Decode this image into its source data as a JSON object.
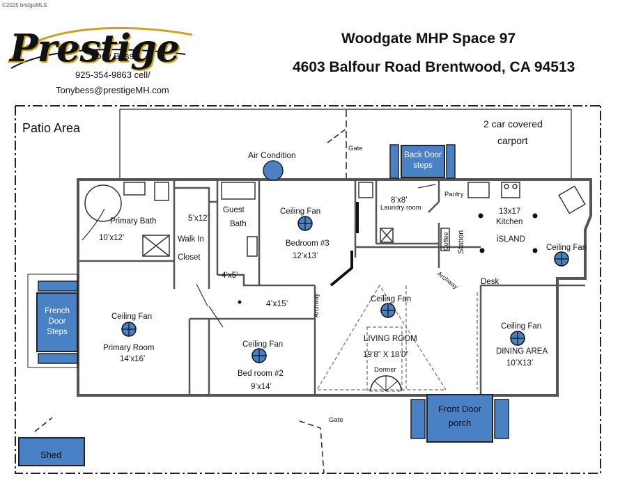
{
  "copyright": "©2025 bridgeMLS",
  "branding": {
    "logo_text": "Prestige",
    "agent_name": "Tony Bess",
    "phone": "925-354-9863 cell/",
    "email": "Tonybess@prestigeMH.com"
  },
  "property": {
    "park": "Woodgate  MHP  Space 97",
    "address": "4603 Balfour Road  Brentwood, CA 94513"
  },
  "outdoor": {
    "patio": "Patio  Area",
    "carport_line1": "2 car covered",
    "carport_line2": "carport",
    "air_condition": "Air Condition",
    "gate_top": "Gate",
    "gate_bottom": "Gate",
    "back_door_line1": "Back Door",
    "back_door_line2": "steps",
    "french_door_line1": "French",
    "french_door_line2": "Door Steps",
    "front_door_line1": "Front Door",
    "front_door_line2": "porch",
    "shed": "Shed"
  },
  "rooms": {
    "primary_bath": {
      "name": "Primary Bath",
      "size": "10’x12’"
    },
    "walk_in_closet": {
      "size": "5’x12’",
      "line1": "Walk In",
      "line2": "Closet"
    },
    "guest_bath": {
      "line1": "Guest",
      "line2": "Bath"
    },
    "hall_closet": {
      "size": "4’x5’"
    },
    "bedroom3": {
      "fan": "Ceiling Fan",
      "name": "Bedroom #3",
      "size": "12’x13’"
    },
    "laundry": {
      "size": "8’x8’",
      "name": "Laundry room"
    },
    "kitchen": {
      "pantry": "Pantry",
      "size": "13x17",
      "name": "Kitchen",
      "island": "iSLAND",
      "fan": "Ceiling Fan",
      "coffee": "Coffee",
      "station": "Station",
      "desk": "Desk",
      "archway": "Archway"
    },
    "hallway": {
      "size": "4’x15’",
      "archway": "Archway"
    },
    "primary_room": {
      "fan": "Ceiling Fan",
      "name": "Primary  Room",
      "size": "14’x16’"
    },
    "bedroom2": {
      "fan": "Ceiling Fan",
      "name": "Bed room #2",
      "size": "9’x14’"
    },
    "living_room": {
      "fan": "Ceiling Fan",
      "name": "LIVING ROOM",
      "size": "19’8” X 18’0”",
      "dormer": "Dormer"
    },
    "dining": {
      "fan": "Ceiling Fan",
      "name": "DINING AREA",
      "size": "10’X13’"
    }
  },
  "colors": {
    "blue_fill": "#4a80c4",
    "wall": "#555555",
    "logo_gold": "#c9a227"
  }
}
